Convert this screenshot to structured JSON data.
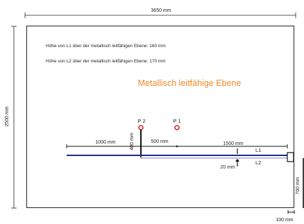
{
  "dimensions": {
    "width_total": "3650 mm",
    "height_total": "2500 mm",
    "len_left": "1000 mm",
    "len_mid": "500 mm",
    "len_right": "1500 mm",
    "height_p2": "400 mm",
    "gap_l1_l2": "20 mm",
    "height_right": "700 mm",
    "box_width": "100 mm"
  },
  "notes": {
    "l1_height": "Höhe von L1 über der metallisch leitfähigen Ebene: 160 mm",
    "l2_height": "Höhe von L2 über der metallisch leitfähigen Ebene: 170 mm"
  },
  "plane_title": "Metallisch leitfähige Ebene",
  "points": {
    "p1": "P 1",
    "p2": "P 2"
  },
  "wires": {
    "l1": "L1",
    "l2": "L2"
  },
  "colors": {
    "plane_title": "#f08a2a",
    "marker_ring": "#e0262b",
    "wire_l1": "#1f2a8c",
    "wire_l2": "#7a7ac8",
    "line": "#111111"
  }
}
